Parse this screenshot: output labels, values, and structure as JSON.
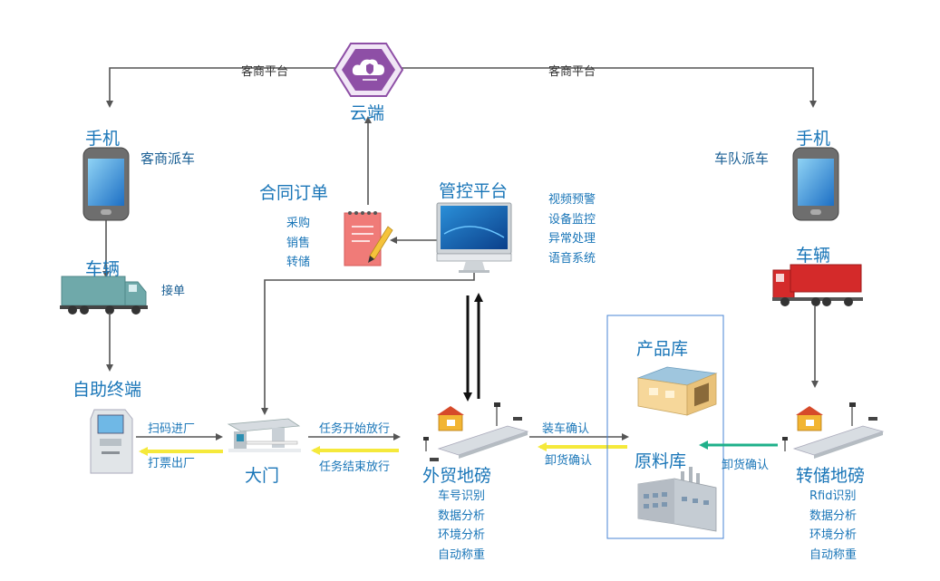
{
  "labels": {
    "cloud": "云端",
    "client_platform_left": "客商平台",
    "client_platform_right": "客商平台",
    "phone_left": "手机",
    "phone_right": "手机",
    "client_dispatch": "客商派车",
    "fleet_dispatch": "车队派车",
    "vehicle_left": "车辆",
    "vehicle_right": "车辆",
    "accept_order": "接单",
    "self_terminal": "自助终端",
    "scan_enter": "扫码进厂",
    "print_exit": "打票出厂",
    "gate": "大门",
    "task_start": "任务开始放行",
    "task_end": "任务结束放行",
    "contract_order": "合同订单",
    "control_platform": "管控平台",
    "foreign_scale": "外贸地磅",
    "transfer_scale": "转储地磅",
    "product_store": "产品库",
    "raw_store": "原料库",
    "load_confirm": "装车确认",
    "unload_confirm_left": "卸货确认",
    "unload_confirm_right": "卸货确认"
  },
  "contract_items": [
    "采购",
    "销售",
    "转储"
  ],
  "control_items": [
    "视频预警",
    "设备监控",
    "异常处理",
    "语音系统"
  ],
  "foreign_scale_items": [
    "车号识别",
    "数据分析",
    "环境分析",
    "自动称重"
  ],
  "transfer_scale_items": [
    "Rfid识别",
    "数据分析",
    "环境分析",
    "自动称重"
  ],
  "colors": {
    "label_blue": "#1a76b8",
    "arrow_dark": "#555555",
    "arrow_yellow": "#f5e93b",
    "arrow_teal": "#1fb08a",
    "cloud_purple": "#8e4fa6",
    "truck_red": "#d42a2a",
    "truck_teal": "#6fa9aa"
  }
}
